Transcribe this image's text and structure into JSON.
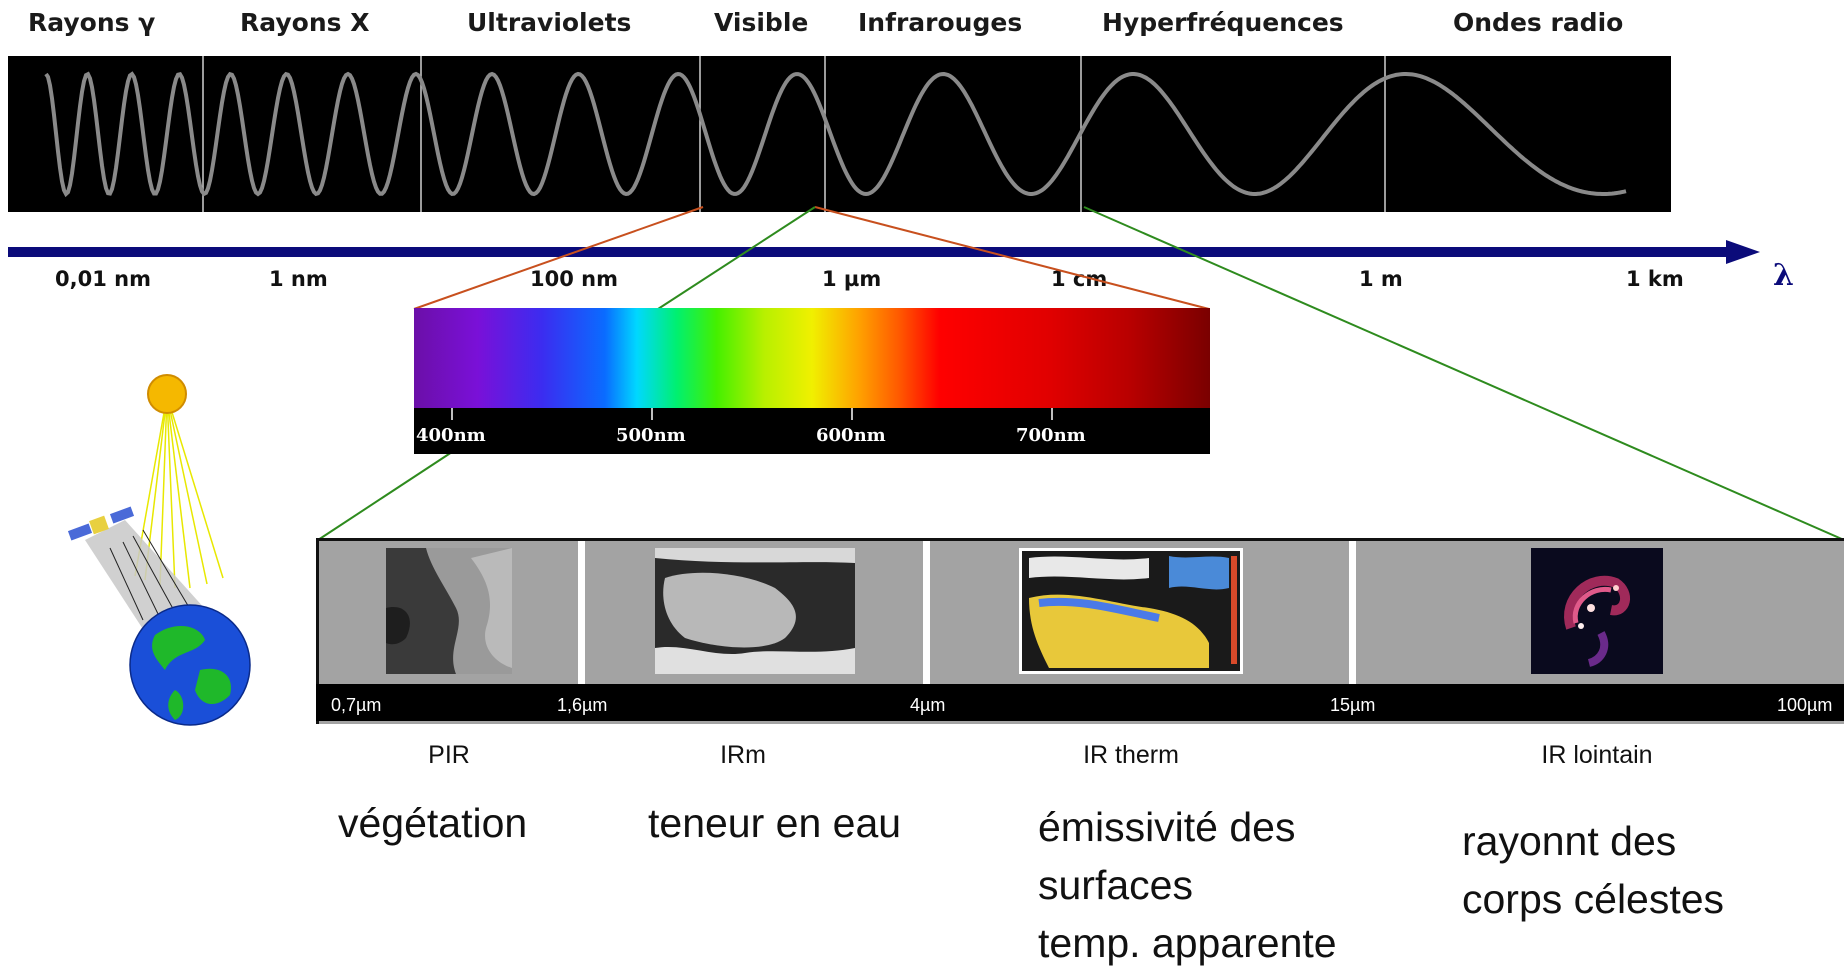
{
  "bands": [
    {
      "label": "Rayons γ"
    },
    {
      "label": "Rayons X"
    },
    {
      "label": "Ultraviolets"
    },
    {
      "label": "Visible"
    },
    {
      "label": "Infrarouges"
    },
    {
      "label": "Hyperfréquences"
    },
    {
      "label": "Ondes radio"
    }
  ],
  "wavelength_scale": [
    "0,01 nm",
    "1 nm",
    "100 nm",
    "1 µm",
    "1 cm",
    "1 m",
    "1 km"
  ],
  "axis_symbol": "λ",
  "visible_spectrum": {
    "ticks": [
      "400nm",
      "500nm",
      "600nm",
      "700nm"
    ]
  },
  "infrared": {
    "ticks": [
      "0,7µm",
      "1,6µm",
      "4µm",
      "15µm",
      "100µm"
    ],
    "sections": [
      {
        "name": "PIR",
        "use": [
          "végétation"
        ],
        "image": "grayscale-satellite-image"
      },
      {
        "name": "IRm",
        "use": [
          "teneur en eau"
        ],
        "image": "grayscale-iberia-image"
      },
      {
        "name": "IR therm",
        "use": [
          "émissivité des",
          "surfaces",
          "temp. apparente"
        ],
        "image": "mediterranean-temperature-map"
      },
      {
        "name": "IR lointain",
        "use": [
          "rayonnt des",
          "corps célestes"
        ],
        "image": "far-infrared-galaxy-image"
      }
    ]
  },
  "colors": {
    "axis": "#0b0b7a",
    "connector_orange": "#c8501e",
    "connector_green": "#2e8b1e",
    "wave": "#8a8a8a",
    "panel": "#000000",
    "ir_strip": "#a3a3a3"
  }
}
